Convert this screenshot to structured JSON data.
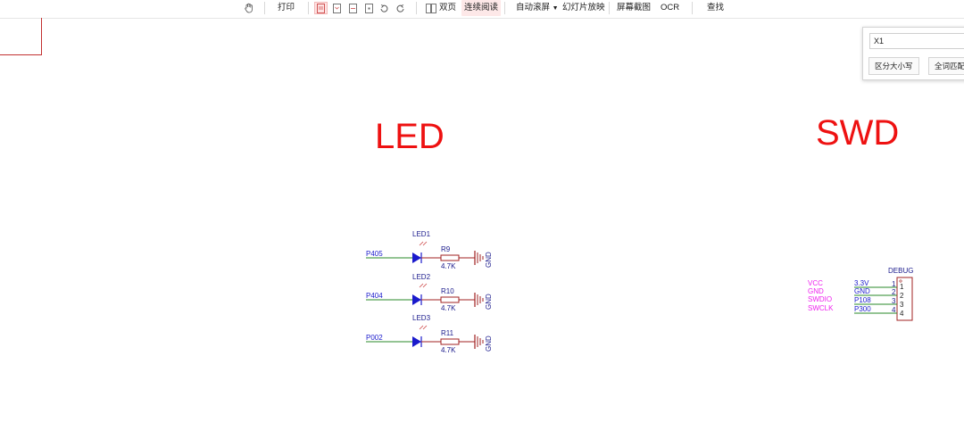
{
  "toolbar": {
    "print_label": "打印",
    "double_page_label": "双页",
    "continuous_label": "连续阅读",
    "auto_scroll_label": "自动滚屏",
    "slideshow_label": "幻灯片放映",
    "screenshot_label": "屏幕截图",
    "ocr_label": "OCR",
    "find_label": "查找"
  },
  "find_panel": {
    "query": "X1",
    "case_sensitive_label": "区分大小写",
    "whole_word_label": "全词匹配"
  },
  "schematic": {
    "led_title": "LED",
    "swd_title": "SWD",
    "led_rows": [
      {
        "net": "P405",
        "led": "LED1",
        "resistor": "R9",
        "value": "4.7K",
        "gnd": "GND"
      },
      {
        "net": "P404",
        "led": "LED2",
        "resistor": "R10",
        "value": "4.7K",
        "gnd": "GND"
      },
      {
        "net": "P002",
        "led": "LED3",
        "resistor": "R11",
        "value": "4.7K",
        "gnd": "GND"
      }
    ],
    "debug": {
      "title": "DEBUG",
      "signals": [
        "VCC",
        "GND",
        "SWDIO",
        "SWCLK"
      ],
      "nets": [
        "3.3V",
        "GND",
        "P108",
        "P300"
      ],
      "pin_numbers": [
        "1",
        "2",
        "3",
        "4"
      ],
      "inner_numbers": [
        "1",
        "2",
        "3",
        "4"
      ]
    }
  },
  "colors": {
    "title_red": "#ee1111",
    "wire_green": "#2a8a2a",
    "net_blue": "#1a1acc",
    "component_red": "#a02020",
    "pin_magenta": "#ee22ee"
  }
}
